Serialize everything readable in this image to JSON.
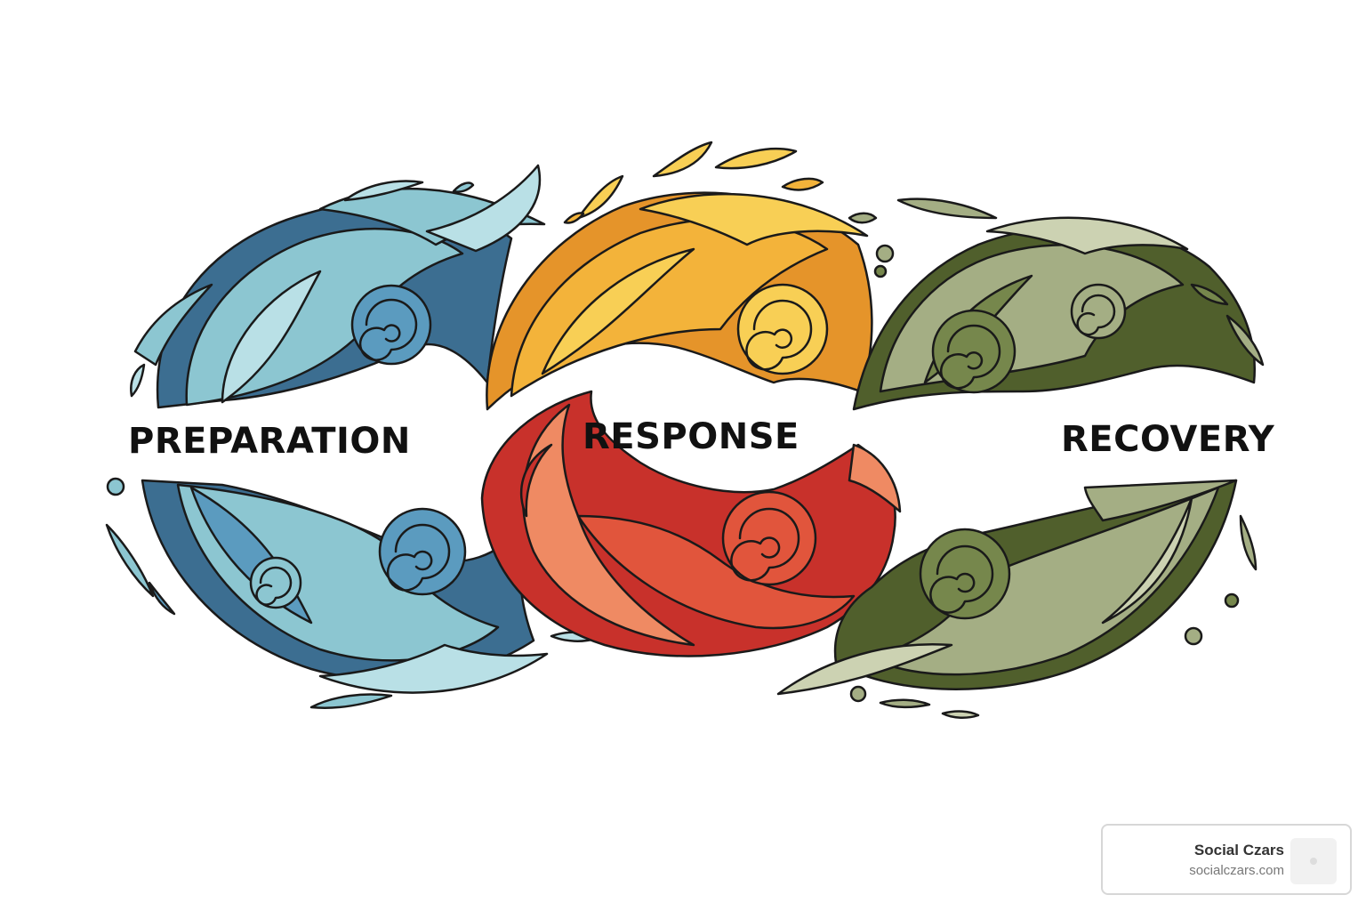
{
  "phases": [
    {
      "label": "PREPARATION",
      "colors": [
        "#3c6e91",
        "#5b9bbf",
        "#8cc6d1",
        "#b9e0e6"
      ]
    },
    {
      "label": "RESPONSE",
      "colors_top": [
        "#e5942a",
        "#f3b33a",
        "#f8cf55"
      ],
      "colors_bottom": [
        "#c8312b",
        "#e1553c",
        "#ef8a63"
      ]
    },
    {
      "label": "RECOVERY",
      "colors": [
        "#505f2c",
        "#76874c",
        "#a4ae84",
        "#ccd2b2"
      ]
    }
  ],
  "brand": {
    "name": "Social Czars",
    "url": "socialczars.com"
  }
}
